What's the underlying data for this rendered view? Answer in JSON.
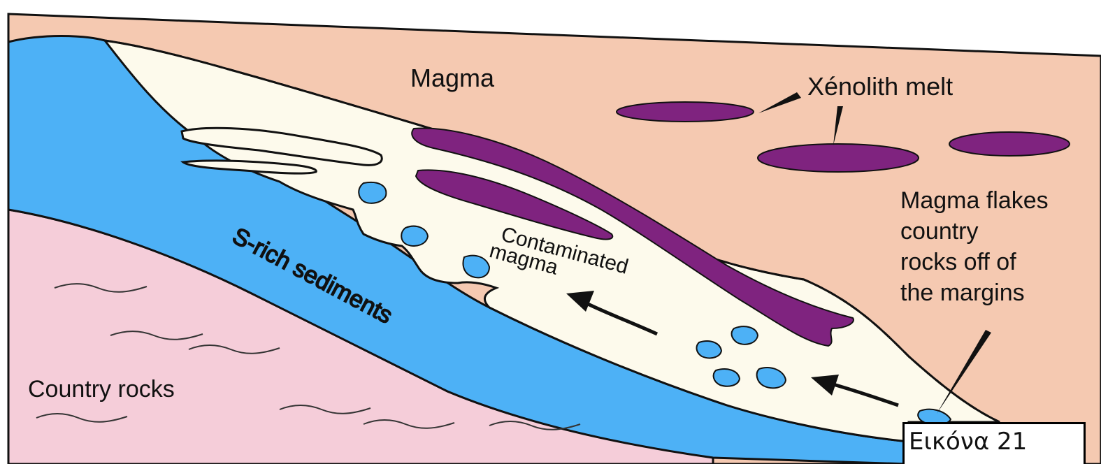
{
  "diagram": {
    "labels": {
      "magma": "Magma",
      "xenolith_melt": "Xénolith melt",
      "contaminated_line1": "Contaminated",
      "contaminated_line2": "magma",
      "s_rich_sediments": "S-rich sediments",
      "magma_flakes": [
        "Magma flakes",
        "country",
        "rocks off of",
        "the margins"
      ],
      "country_rocks": "Country rocks"
    },
    "caption": "Εικόνα 21",
    "colors": {
      "magma": "#F5C9B1",
      "contaminated_magma": "#FDFAEC",
      "sediments": "#4DB1F6",
      "country_rocks": "#F5CDD9",
      "xenolith_melt": "#7F237F",
      "outline": "#111111"
    }
  }
}
